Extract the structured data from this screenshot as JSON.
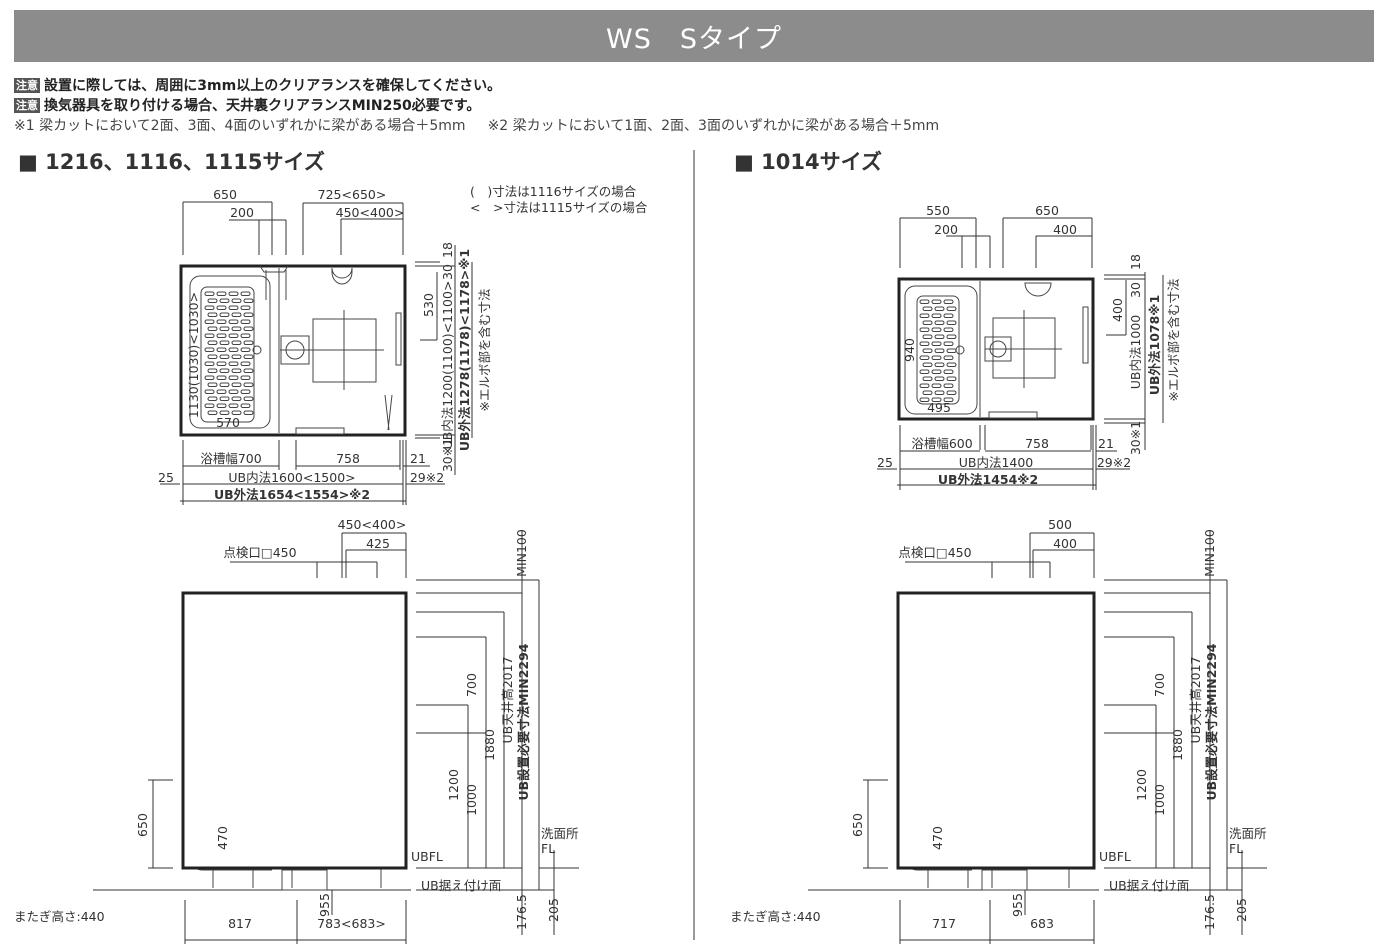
{
  "header": {
    "title": "WS　Sタイプ"
  },
  "notes": {
    "badge": "注意",
    "line1": "設置に際しては、周囲に3mm以上のクリアランスを確保してください。",
    "line2": "換気器具を取り付ける場合、天井裏クリアランスMIN250必要です。",
    "footnote1": "※1 梁カットにおいて2面、3面、4面のいずれかに梁がある場合＋5mm",
    "footnote2": "※2 梁カットにおいて1面、2面、3面のいずれかに梁がある場合＋5mm"
  },
  "left": {
    "heading": "■ 1216、1116、1115サイズ",
    "legend": [
      "(　)寸法は1116サイズの場合",
      "<　>寸法は1115サイズの場合"
    ],
    "plan": {
      "top": [
        "650",
        "725<650>",
        "200",
        "450<400>"
      ],
      "bottom": [
        "浴槽幅700",
        "758",
        "21",
        "25",
        "UB内法1600<1500>",
        "29※2",
        "UB外法1654<1554>※2"
      ],
      "right": [
        "18",
        "30",
        "530",
        "UB内法1200(1100)<1100>",
        "30※1",
        "UB外法1278(1178)<1178>※1",
        "※エルボ部を含む寸法"
      ],
      "inner": [
        "1130(1030)<1030>",
        "570"
      ]
    },
    "elevation": {
      "top": [
        "450<400>",
        "425",
        "点検口□450"
      ],
      "right": [
        "MIN100",
        "700",
        "1880",
        "UB天井高2017",
        "UB設置必要寸法MIN2294",
        "1200",
        "1000"
      ],
      "left": [
        "650",
        "470"
      ],
      "floor": [
        "UBFL",
        "洗面所",
        "FL",
        "UB据え付け面",
        "176.5",
        "205",
        "955"
      ],
      "bottom": [
        "817",
        "783<683>"
      ],
      "step_height": "またぎ高さ:440"
    }
  },
  "right": {
    "heading": "■ 1014サイズ",
    "plan": {
      "top": [
        "550",
        "650",
        "200",
        "400"
      ],
      "bottom": [
        "浴槽幅600",
        "758",
        "21",
        "25",
        "UB内法1400",
        "29※2",
        "UB外法1454※2"
      ],
      "right": [
        "18",
        "30",
        "400",
        "UB内法1000",
        "30※1",
        "UB外法1078※1",
        "※エルボ部を含む寸法"
      ],
      "inner": [
        "940",
        "495"
      ]
    },
    "elevation": {
      "top": [
        "500",
        "400",
        "点検口□450"
      ],
      "right": [
        "MIN100",
        "700",
        "1880",
        "UB天井高2017",
        "UB設置必要寸法MIN2294",
        "1200",
        "1000"
      ],
      "left": [
        "650",
        "470"
      ],
      "floor": [
        "UBFL",
        "洗面所",
        "FL",
        "UB据え付け面",
        "176.5",
        "205",
        "955"
      ],
      "bottom": [
        "717",
        "683"
      ],
      "step_height": "またぎ高さ:440"
    }
  }
}
